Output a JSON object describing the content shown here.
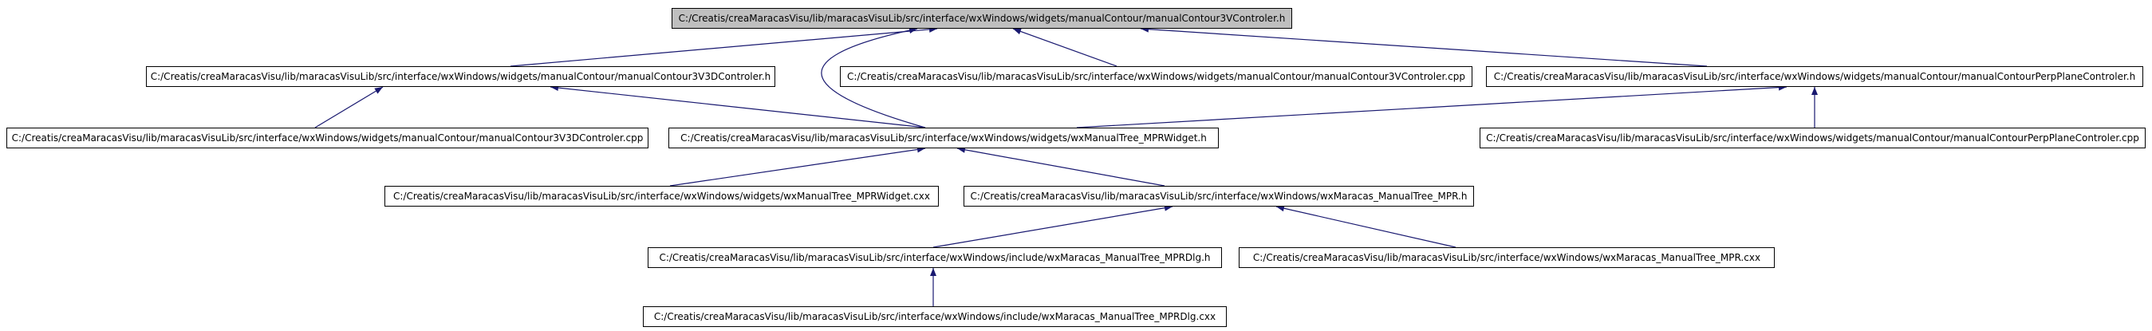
{
  "graph": {
    "colors": {
      "edge": "#191970",
      "node_border": "#000000",
      "root_fill": "#bfbfbf",
      "node_fill": "#ffffff"
    },
    "nodes": [
      {
        "id": "n0",
        "label": "C:/Creatis/creaMaracasVisu/lib/maracasVisuLib/src/interface/wxWindows/widgets/manualContour/manualContour3VControler.h",
        "root": true
      },
      {
        "id": "n1",
        "label": "C:/Creatis/creaMaracasVisu/lib/maracasVisuLib/src/interface/wxWindows/widgets/manualContour/manualContour3V3DControler.h"
      },
      {
        "id": "n2",
        "label": "C:/Creatis/creaMaracasVisu/lib/maracasVisuLib/src/interface/wxWindows/widgets/manualContour/manualContour3VControler.cpp"
      },
      {
        "id": "n3",
        "label": "C:/Creatis/creaMaracasVisu/lib/maracasVisuLib/src/interface/wxWindows/widgets/manualContour/manualContourPerpPlaneControler.h"
      },
      {
        "id": "n4",
        "label": "C:/Creatis/creaMaracasVisu/lib/maracasVisuLib/src/interface/wxWindows/widgets/manualContour/manualContour3V3DControler.cpp"
      },
      {
        "id": "n5",
        "label": "C:/Creatis/creaMaracasVisu/lib/maracasVisuLib/src/interface/wxWindows/widgets/wxManualTree_MPRWidget.h"
      },
      {
        "id": "n6",
        "label": "C:/Creatis/creaMaracasVisu/lib/maracasVisuLib/src/interface/wxWindows/widgets/manualContour/manualContourPerpPlaneControler.cpp"
      },
      {
        "id": "n7",
        "label": "C:/Creatis/creaMaracasVisu/lib/maracasVisuLib/src/interface/wxWindows/widgets/wxManualTree_MPRWidget.cxx"
      },
      {
        "id": "n8",
        "label": "C:/Creatis/creaMaracasVisu/lib/maracasVisuLib/src/interface/wxWindows/wxMaracas_ManualTree_MPR.h"
      },
      {
        "id": "n9",
        "label": "C:/Creatis/creaMaracasVisu/lib/maracasVisuLib/src/interface/wxWindows/include/wxMaracas_ManualTree_MPRDlg.h"
      },
      {
        "id": "n10",
        "label": "C:/Creatis/creaMaracasVisu/lib/maracasVisuLib/src/interface/wxWindows/wxMaracas_ManualTree_MPR.cxx"
      },
      {
        "id": "n11",
        "label": "C:/Creatis/creaMaracasVisu/lib/maracasVisuLib/src/interface/wxWindows/include/wxMaracas_ManualTree_MPRDlg.cxx"
      }
    ],
    "edges": [
      {
        "from": "n1",
        "to": "n0"
      },
      {
        "from": "n5",
        "to": "n0"
      },
      {
        "from": "n2",
        "to": "n0"
      },
      {
        "from": "n3",
        "to": "n0"
      },
      {
        "from": "n4",
        "to": "n1"
      },
      {
        "from": "n5",
        "to": "n1"
      },
      {
        "from": "n5",
        "to": "n3"
      },
      {
        "from": "n6",
        "to": "n3"
      },
      {
        "from": "n7",
        "to": "n5"
      },
      {
        "from": "n8",
        "to": "n5"
      },
      {
        "from": "n9",
        "to": "n8"
      },
      {
        "from": "n10",
        "to": "n8"
      },
      {
        "from": "n11",
        "to": "n9"
      }
    ]
  }
}
